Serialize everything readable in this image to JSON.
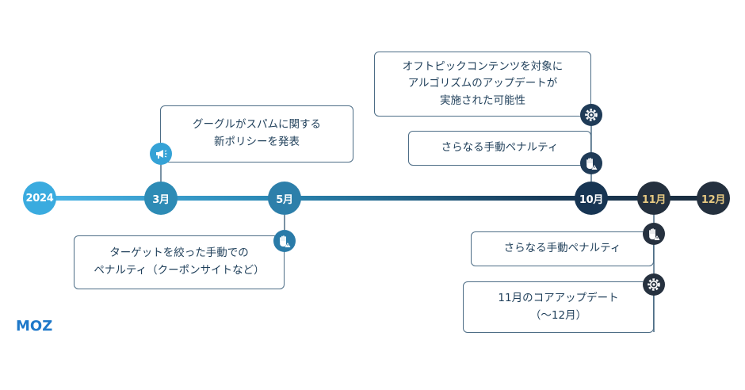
{
  "timeline": {
    "nodes": [
      {
        "label": "2024",
        "color": "#3aabdf"
      },
      {
        "label": "3月",
        "color": "#2d8bb5"
      },
      {
        "label": "5月",
        "color": "#2d7faa"
      },
      {
        "label": "10月",
        "color": "#173553"
      },
      {
        "label": "11月",
        "color": "#24303e"
      },
      {
        "label": "12月",
        "color": "#24303e"
      }
    ]
  },
  "events": {
    "google_spam_policy": "グーグルがスパムに関する\n新ポリシーを発表",
    "targeted_manual_penalty": "ターゲットを絞った手動での\nペナルティ（クーポンサイトなど）",
    "off_topic_algorithm": "オフトピックコンテンツを対象に\nアルゴリズムのアップデートが\n実施された可能性",
    "further_manual_penalty_oct": "さらなる手動ペナルティ",
    "further_manual_penalty_nov": "さらなる手動ペナルティ",
    "november_core_update": "11月のコアアップデート\n（〜12月）"
  },
  "icons": {
    "march": "megaphone-icon",
    "may": "hand-warning-icon",
    "october_upper": "gear-icon",
    "october_lower": "hand-warning-icon",
    "november_upper": "hand-warning-icon",
    "november_lower": "gear-icon"
  },
  "colors": {
    "gradient_start": "#4bb6e8",
    "gradient_end": "#1a2b3c",
    "card_border": "#4d6d86",
    "card_text": "#1f3f5a",
    "brand": "#1e78c9"
  },
  "brand": {
    "logo": "MOZ"
  }
}
